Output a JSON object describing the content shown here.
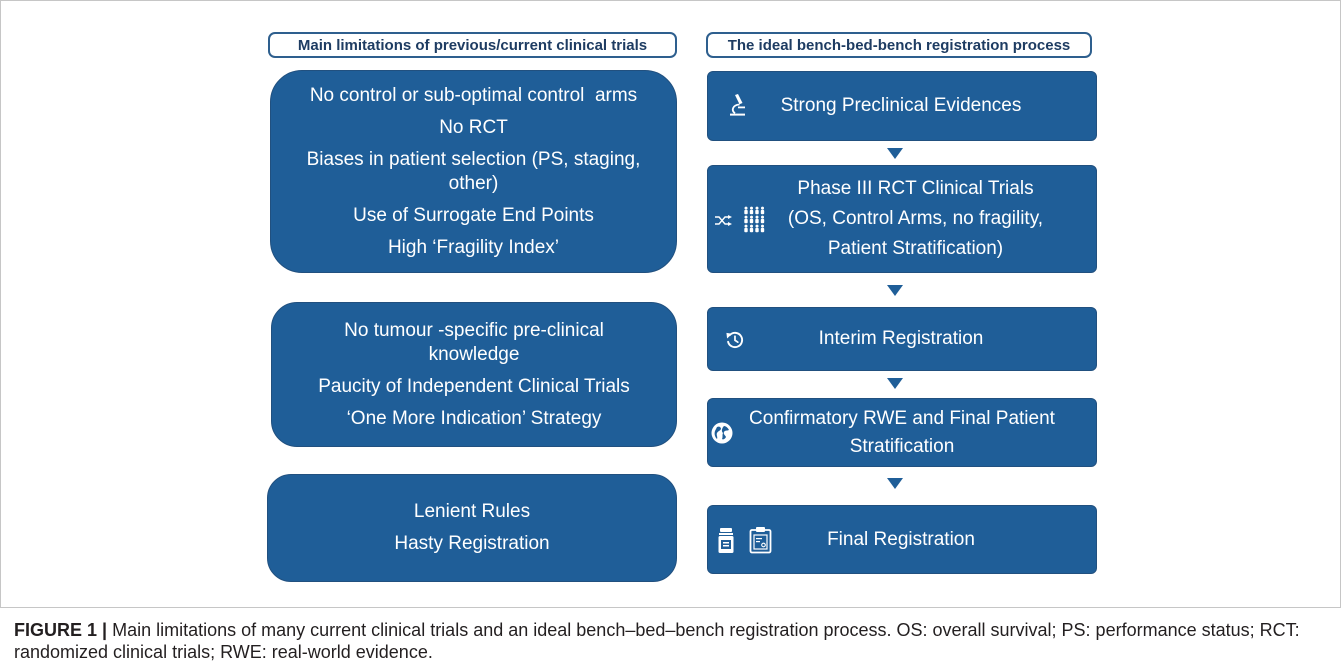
{
  "left_column": {
    "header": "Main limitations of previous/current clinical trials",
    "boxes": [
      {
        "items": [
          "No control or sub-optimal control  arms",
          "No RCT",
          "Biases in patient selection (PS, staging,\nother)",
          "Use of Surrogate End Points",
          "High ‘Fragility Index’"
        ]
      },
      {
        "items": [
          "No tumour -specific pre-clinical\nknowledge",
          "Paucity of Independent Clinical Trials",
          "‘One More Indication’ Strategy"
        ]
      },
      {
        "items": [
          "Lenient Rules",
          "Hasty Registration"
        ]
      }
    ]
  },
  "right_column": {
    "header": "The ideal bench-bed-bench registration process",
    "steps": [
      {
        "text": "Strong Preclinical Evidences",
        "icons": [
          "microscope-icon"
        ]
      },
      {
        "text": "Phase III RCT Clinical Trials\n(OS, Control Arms, no fragility,\nPatient Stratification)",
        "icons": [
          "shuffle-icon",
          "patient-group-icon"
        ]
      },
      {
        "text": "Interim Registration",
        "icons": [
          "history-icon"
        ]
      },
      {
        "text": "Confirmatory RWE and Final Patient\nStratification",
        "icons": [
          "globe-icon"
        ]
      },
      {
        "text": "Final Registration",
        "icons": [
          "medicine-bottle-icon",
          "clipboard-icon"
        ]
      }
    ]
  },
  "caption": {
    "label": "FIGURE 1 |",
    "lines": [
      "Main limitations of many current clinical trials and an ideal bench–bed–bench registration process. OS: overall survival; PS: performance status; RCT:",
      "randomized clinical trials; RWE: real-world evidence."
    ]
  },
  "colors": {
    "box_fill": "#1f5e98",
    "box_border": "#21507f",
    "header_border": "#2e5f8e",
    "header_text": "#1e3c62",
    "arrow": "#1f5e98",
    "caption_text": "#231f20"
  }
}
